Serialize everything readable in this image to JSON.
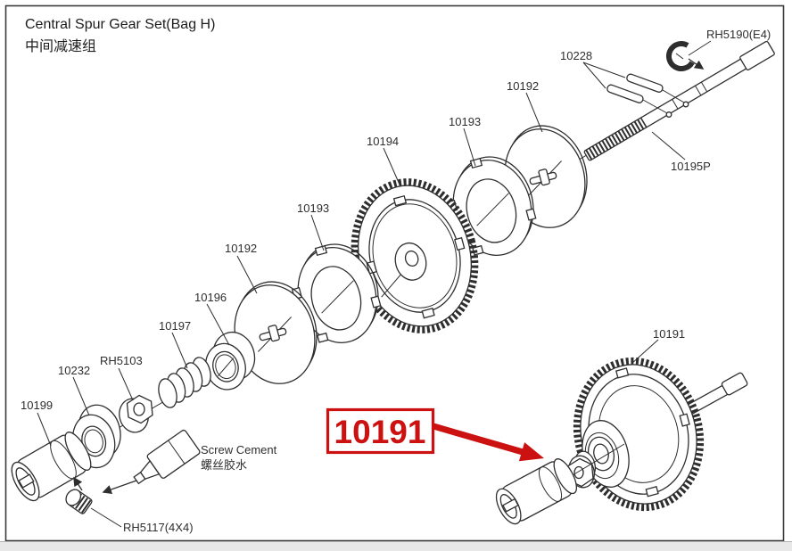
{
  "title": {
    "line1": "Central Spur Gear Set(Bag H)",
    "line2": "中间减速组"
  },
  "parts": {
    "pins": {
      "label": "10228"
    },
    "eclip": {
      "label": "RH5190(E4)"
    },
    "shaft": {
      "label": "10195P"
    },
    "disc_right": {
      "label": "10192"
    },
    "pad_right": {
      "label": "10193"
    },
    "spur_gear": {
      "label": "10194"
    },
    "pad_left": {
      "label": "10193"
    },
    "disc_left": {
      "label": "10192"
    },
    "collar": {
      "label": "10196"
    },
    "spring": {
      "label": "10197"
    },
    "locknut": {
      "label": "RH5103"
    },
    "bearing": {
      "label": "10232"
    },
    "outdrive": {
      "label": "10199"
    },
    "set_screw": {
      "label": "RH5117(4X4)"
    },
    "assembly": {
      "label": "10191"
    }
  },
  "notes": {
    "screw_cement_en": "Screw Cement",
    "screw_cement_zh": "螺丝胶水"
  },
  "callout": {
    "text": "10191"
  },
  "colors": {
    "line": "#2e2e2e",
    "accent_red": "#cc1111",
    "background": "#ffffff",
    "scrollbar_track": "#e8e8e8"
  }
}
